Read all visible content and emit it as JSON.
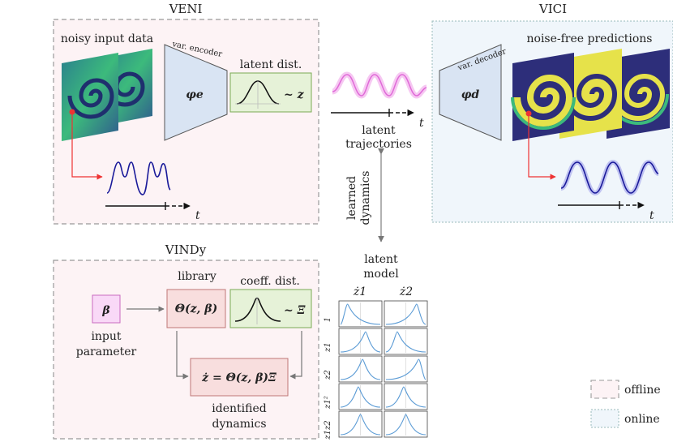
{
  "veni": {
    "title": "VENI",
    "noisy_input": "noisy input data",
    "encoder_tag": "var. encoder",
    "encoder_symbol": "φe",
    "latent_dist": "latent dist.",
    "latent_sym": "~ z",
    "t_axis": "t"
  },
  "vici": {
    "title": "VICI",
    "noise_free": "noise-free predictions",
    "decoder_tag": "var. decoder",
    "decoder_symbol": "φd",
    "t_axis": "t"
  },
  "center": {
    "latent_traj_1": "latent",
    "latent_traj_2": "trajectories",
    "learned_1": "learned",
    "learned_2": "dynamics",
    "latent_model_1": "latent",
    "latent_model_2": "model",
    "t_axis": "t"
  },
  "vindy": {
    "title": "VINDy",
    "library": "library",
    "coeff_dist": "coeff. dist.",
    "beta": "β",
    "theta": "Θ(z, β)",
    "xi_sym": "~ Ξ",
    "input_1": "input",
    "input_2": "parameter",
    "equation": "ż = Θ(z, β)Ξ",
    "identified_1": "identified",
    "identified_2": "dynamics"
  },
  "grid": {
    "cols": [
      "ż1",
      "ż2"
    ],
    "rows": [
      "1",
      "z1",
      "z2",
      "z1²",
      "z1z2"
    ],
    "peaks": [
      [
        0.2,
        0.75
      ],
      [
        0.62,
        0.3
      ],
      [
        0.55,
        0.8
      ],
      [
        0.45,
        0.45
      ],
      [
        0.5,
        0.5
      ]
    ]
  },
  "legend": {
    "offline": "offline",
    "online": "online"
  },
  "colors": {
    "offline_bg": "#fdf3f5",
    "online_bg": "#f0f6fb",
    "encoder": "#d9e4f3",
    "latent_box": "#e6f2d8",
    "library_box": "#f8dede",
    "beta_box": "#f9d9f7",
    "pink_traj": "#e06ad8",
    "blue_traj": "#1a1a9a"
  }
}
